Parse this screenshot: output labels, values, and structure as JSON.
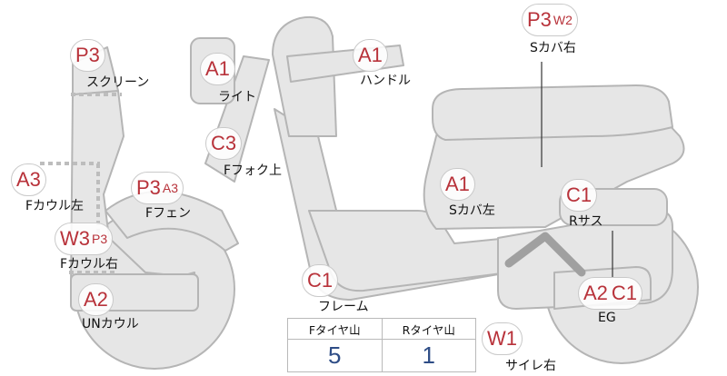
{
  "parts": [
    {
      "key": "screen",
      "grade": "P3",
      "sub": "",
      "label": "スクリーン"
    },
    {
      "key": "light",
      "grade": "A1",
      "sub": "",
      "label": "ライト"
    },
    {
      "key": "handle",
      "grade": "A1",
      "sub": "",
      "label": "ハンドル"
    },
    {
      "key": "s-cover-right",
      "grade": "P3",
      "sub": "W2",
      "label": "Sカバ右"
    },
    {
      "key": "f-fork",
      "grade": "C3",
      "sub": "",
      "label": "Fフォク上"
    },
    {
      "key": "f-cowl-left",
      "grade": "A3",
      "sub": "",
      "label": "Fカウル左"
    },
    {
      "key": "f-fender",
      "grade": "P3",
      "sub": "A3",
      "label": "Fフェン"
    },
    {
      "key": "s-cover-left",
      "grade": "A1",
      "sub": "",
      "label": "Sカバ左"
    },
    {
      "key": "r-sus",
      "grade": "C1",
      "sub": "",
      "label": "Rサス"
    },
    {
      "key": "f-cowl-right",
      "grade": "W3",
      "sub": "P3",
      "label": "Fカウル右"
    },
    {
      "key": "frame",
      "grade": "C1",
      "sub": "",
      "label": "フレーム"
    },
    {
      "key": "un-cowl",
      "grade": "A2",
      "sub": "",
      "label": "UNカウル"
    },
    {
      "key": "eg",
      "grade": "A2",
      "sub": "C1",
      "label": "EG"
    },
    {
      "key": "muffler-right",
      "grade": "W1",
      "sub": "",
      "label": "サイレ右"
    }
  ],
  "tires": {
    "front_label": "Fタイヤ山",
    "rear_label": "Rタイヤ山",
    "front_value": "5",
    "rear_value": "1"
  }
}
